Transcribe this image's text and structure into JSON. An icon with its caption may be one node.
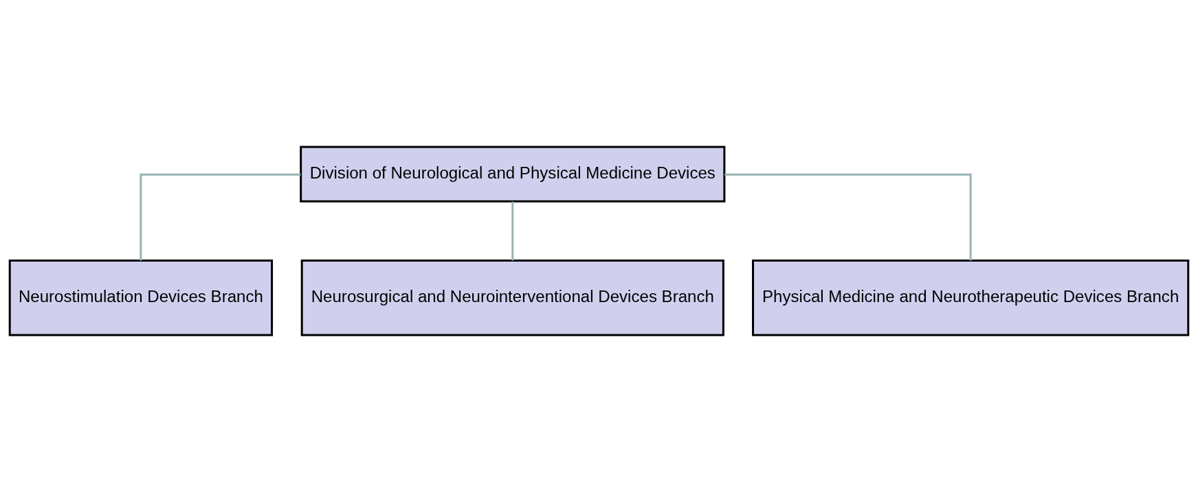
{
  "diagram": {
    "nodes": [
      {
        "text": [
          "Division of Neurological and Physical Medicine Devices"
        ]
      },
      {
        "text": [
          "Neurostimulation Devices Branch"
        ]
      },
      {
        "text": [
          "Neurosurgical and Neurointerventional Devices Branch"
        ]
      },
      {
        "text": [
          "Physical Medicine and Neurotherapeutic Devices Branch"
        ]
      }
    ],
    "edges": [
      {
        "from": 0,
        "to": 1,
        "arrow": "none"
      },
      {
        "from": 0,
        "to": 2,
        "arrow": "none"
      },
      {
        "from": 0,
        "to": 3,
        "arrow": "none"
      }
    ]
  }
}
